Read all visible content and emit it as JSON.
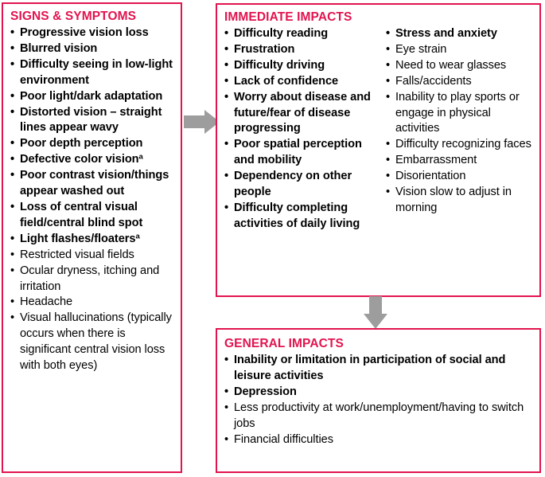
{
  "colors": {
    "border": "#e2144f",
    "heading": "#e2144f",
    "arrow": "#9d9d9d",
    "text": "#000000",
    "background": "#ffffff"
  },
  "panels": {
    "signs": {
      "title": "SIGNS & SYMPTOMS",
      "items": [
        {
          "text": "Progressive vision loss",
          "bold": true,
          "sup": ""
        },
        {
          "text": "Blurred vision",
          "bold": true,
          "sup": ""
        },
        {
          "text": "Difficulty seeing in low-light environment",
          "bold": true,
          "sup": ""
        },
        {
          "text": "Poor light/dark adaptation",
          "bold": true,
          "sup": ""
        },
        {
          "text": "Distorted vision – straight lines appear wavy",
          "bold": true,
          "sup": ""
        },
        {
          "text": "Poor depth perception",
          "bold": true,
          "sup": ""
        },
        {
          "text": "Defective color vision",
          "bold": true,
          "sup": "a"
        },
        {
          "text": "Poor contrast vision/things appear washed out",
          "bold": true,
          "sup": ""
        },
        {
          "text": "Loss of central visual field/central blind spot",
          "bold": true,
          "sup": ""
        },
        {
          "text": "Light flashes/floaters",
          "bold": true,
          "sup": "a"
        },
        {
          "text": "Restricted visual fields",
          "bold": false,
          "sup": ""
        },
        {
          "text": "Ocular dryness, itching and irritation",
          "bold": false,
          "sup": ""
        },
        {
          "text": "Headache",
          "bold": false,
          "sup": ""
        },
        {
          "text": "Visual hallucinations (typically occurs when there is significant central vision loss with both eyes)",
          "bold": false,
          "sup": ""
        }
      ]
    },
    "immediate": {
      "title": "IMMEDIATE IMPACTS",
      "left_items": [
        {
          "text": "Difficulty reading",
          "bold": true,
          "sup": ""
        },
        {
          "text": "Frustration",
          "bold": true,
          "sup": ""
        },
        {
          "text": "Difficulty driving",
          "bold": true,
          "sup": ""
        },
        {
          "text": "Lack of confidence",
          "bold": true,
          "sup": ""
        },
        {
          "text": "Worry about disease and future/fear of disease progressing",
          "bold": true,
          "sup": ""
        },
        {
          "text": "Poor spatial perception and mobility",
          "bold": true,
          "sup": ""
        },
        {
          "text": "Dependency on other people",
          "bold": true,
          "sup": ""
        },
        {
          "text": "Difficulty completing activities of daily living",
          "bold": true,
          "sup": ""
        }
      ],
      "right_items": [
        {
          "text": "Stress and anxiety",
          "bold": true,
          "sup": ""
        },
        {
          "text": "Eye strain",
          "bold": false,
          "sup": ""
        },
        {
          "text": "Need to wear glasses",
          "bold": false,
          "sup": ""
        },
        {
          "text": "Falls/accidents",
          "bold": false,
          "sup": ""
        },
        {
          "text": "Inability to play sports or engage in physical activities",
          "bold": false,
          "sup": ""
        },
        {
          "text": "Difficulty recognizing faces",
          "bold": false,
          "sup": ""
        },
        {
          "text": "Embarrassment",
          "bold": false,
          "sup": ""
        },
        {
          "text": "Disorientation",
          "bold": false,
          "sup": ""
        },
        {
          "text": "Vision slow to adjust in morning",
          "bold": false,
          "sup": ""
        }
      ]
    },
    "general": {
      "title": "GENERAL IMPACTS",
      "items": [
        {
          "text": "Inability or limitation in participation of social and leisure activities",
          "bold": true,
          "sup": ""
        },
        {
          "text": "Depression",
          "bold": true,
          "sup": ""
        },
        {
          "text": "Less productivity at work/unemployment/having to switch jobs",
          "bold": false,
          "sup": ""
        },
        {
          "text": "Financial difficulties",
          "bold": false,
          "sup": ""
        }
      ]
    }
  },
  "arrows": [
    {
      "name": "arrow-signs-to-immediate",
      "direction": "right"
    },
    {
      "name": "arrow-immediate-to-general",
      "direction": "down"
    }
  ]
}
